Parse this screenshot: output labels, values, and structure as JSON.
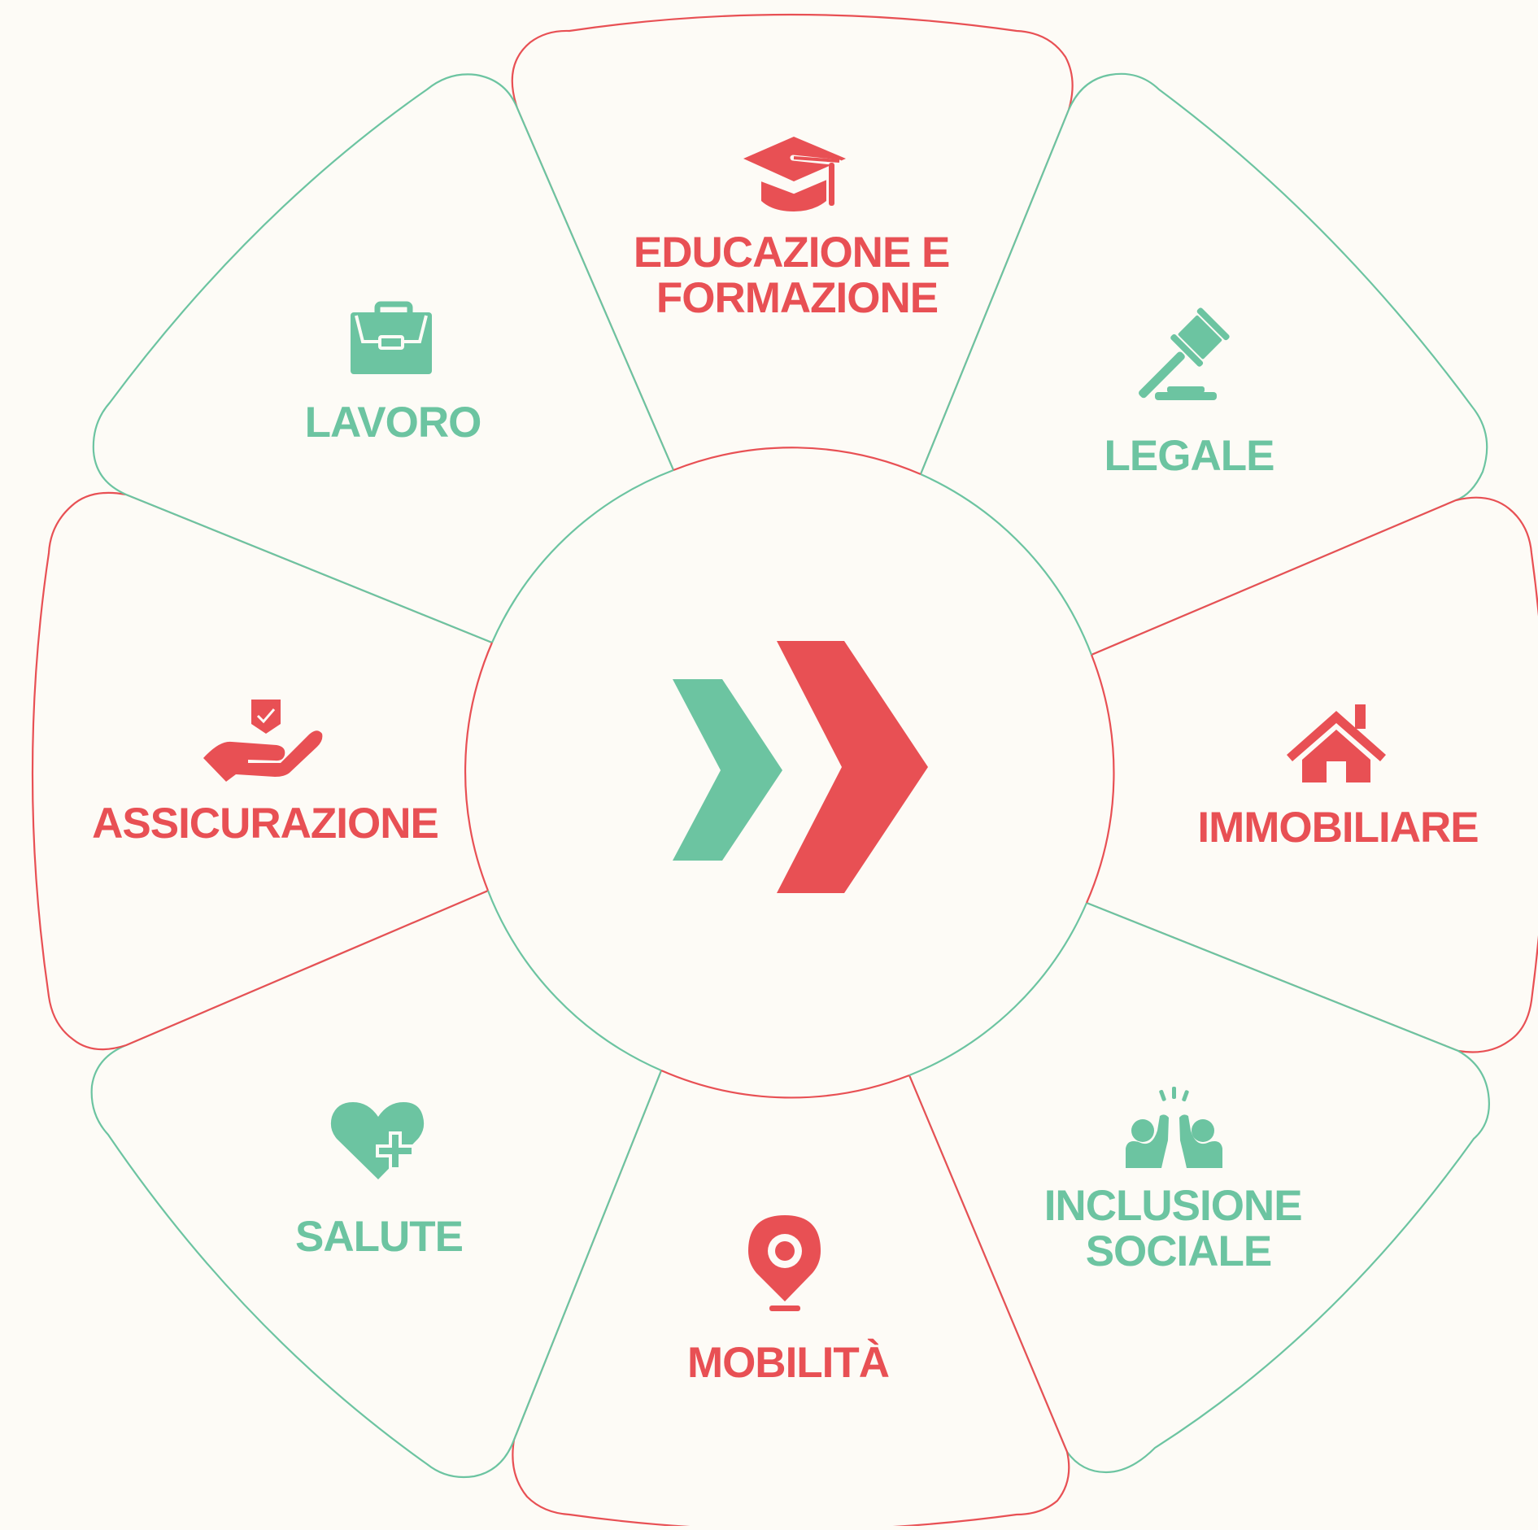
{
  "colors": {
    "background": "#fdfbf6",
    "red": "#e85054",
    "green": "#6cc4a1"
  },
  "center": {
    "icon": "double-chevron-right-icon"
  },
  "segments": [
    {
      "id": "educazione",
      "label_lines": [
        "EDUCAZIONE E",
        "FORMAZIONE"
      ],
      "icon": "graduation-cap-icon",
      "color": "red"
    },
    {
      "id": "legale",
      "label_lines": [
        "LEGALE"
      ],
      "icon": "gavel-icon",
      "color": "green"
    },
    {
      "id": "immobiliare",
      "label_lines": [
        "IMMOBILIARE"
      ],
      "icon": "house-icon",
      "color": "red"
    },
    {
      "id": "inclusione",
      "label_lines": [
        "INCLUSIONE",
        "SOCIALE"
      ],
      "icon": "high-five-people-icon",
      "color": "green"
    },
    {
      "id": "mobilita",
      "label_lines": [
        "MOBILITÀ"
      ],
      "icon": "location-pin-icon",
      "color": "red"
    },
    {
      "id": "salute",
      "label_lines": [
        "SALUTE"
      ],
      "icon": "heart-plus-icon",
      "color": "green"
    },
    {
      "id": "assicurazione",
      "label_lines": [
        "ASSICURAZIONE"
      ],
      "icon": "hand-shield-icon",
      "color": "red"
    },
    {
      "id": "lavoro",
      "label_lines": [
        "LAVORO"
      ],
      "icon": "briefcase-icon",
      "color": "green"
    }
  ]
}
